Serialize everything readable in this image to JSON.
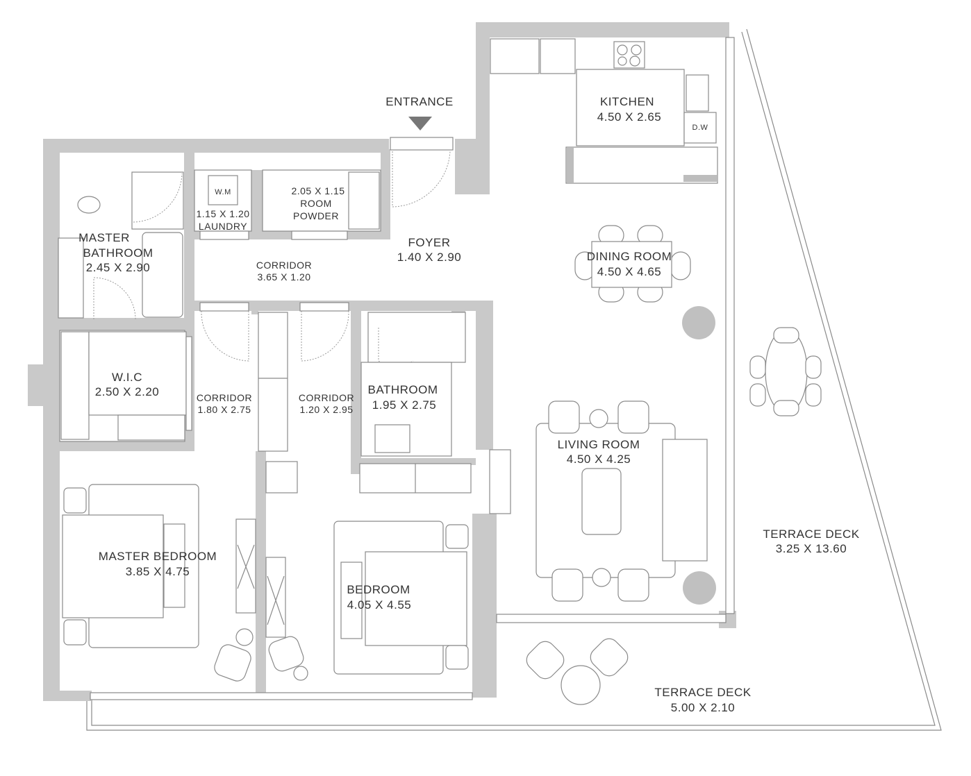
{
  "plan": {
    "entrance": "ENTRANCE",
    "rooms": [
      {
        "id": "kitchen",
        "name": "KITCHEN",
        "size": "4.50 X 2.65"
      },
      {
        "id": "dining",
        "name": "DINING ROOM",
        "size": "4.50 X 4.65"
      },
      {
        "id": "foyer",
        "name": "FOYER",
        "size": "1.40 X 2.90"
      },
      {
        "id": "powder",
        "name_line1": "ROOM",
        "name_line2": "POWDER",
        "size": "2.05 X 1.15"
      },
      {
        "id": "laundry",
        "name": "LAUNDRY",
        "size": "1.15 X 1.20"
      },
      {
        "id": "master_bath",
        "name_line1": "MASTER",
        "name_line2": "BATHROOM",
        "size": "2.45 X 2.90"
      },
      {
        "id": "corridor_main",
        "name": "CORRIDOR",
        "size": "3.65 X 1.20"
      },
      {
        "id": "wic",
        "name": "W.I.C",
        "size": "2.50 X 2.20"
      },
      {
        "id": "corridor_a",
        "name": "CORRIDOR",
        "size": "1.80 X 2.75"
      },
      {
        "id": "corridor_b",
        "name": "CORRIDOR",
        "size": "1.20 X 2.95"
      },
      {
        "id": "bathroom",
        "name": "BATHROOM",
        "size": "1.95 X 2.75"
      },
      {
        "id": "living",
        "name": "LIVING ROOM",
        "size": "4.50 X 4.25"
      },
      {
        "id": "master_bed",
        "name": "MASTER BEDROOM",
        "size": "3.85 X 4.75"
      },
      {
        "id": "bedroom",
        "name": "BEDROOM",
        "size": "4.05 X 4.55"
      },
      {
        "id": "terrace_side",
        "name": "TERRACE DECK",
        "size": "3.25 X 13.60"
      },
      {
        "id": "terrace_front",
        "name": "TERRACE DECK",
        "size": "5.00 X 2.10"
      }
    ],
    "appliances": {
      "washing_machine": "W.M",
      "dishwasher": "D.W"
    },
    "colors": {
      "wall": "#c9c9c9",
      "line": "#8a8a8a",
      "text": "#333333"
    }
  }
}
